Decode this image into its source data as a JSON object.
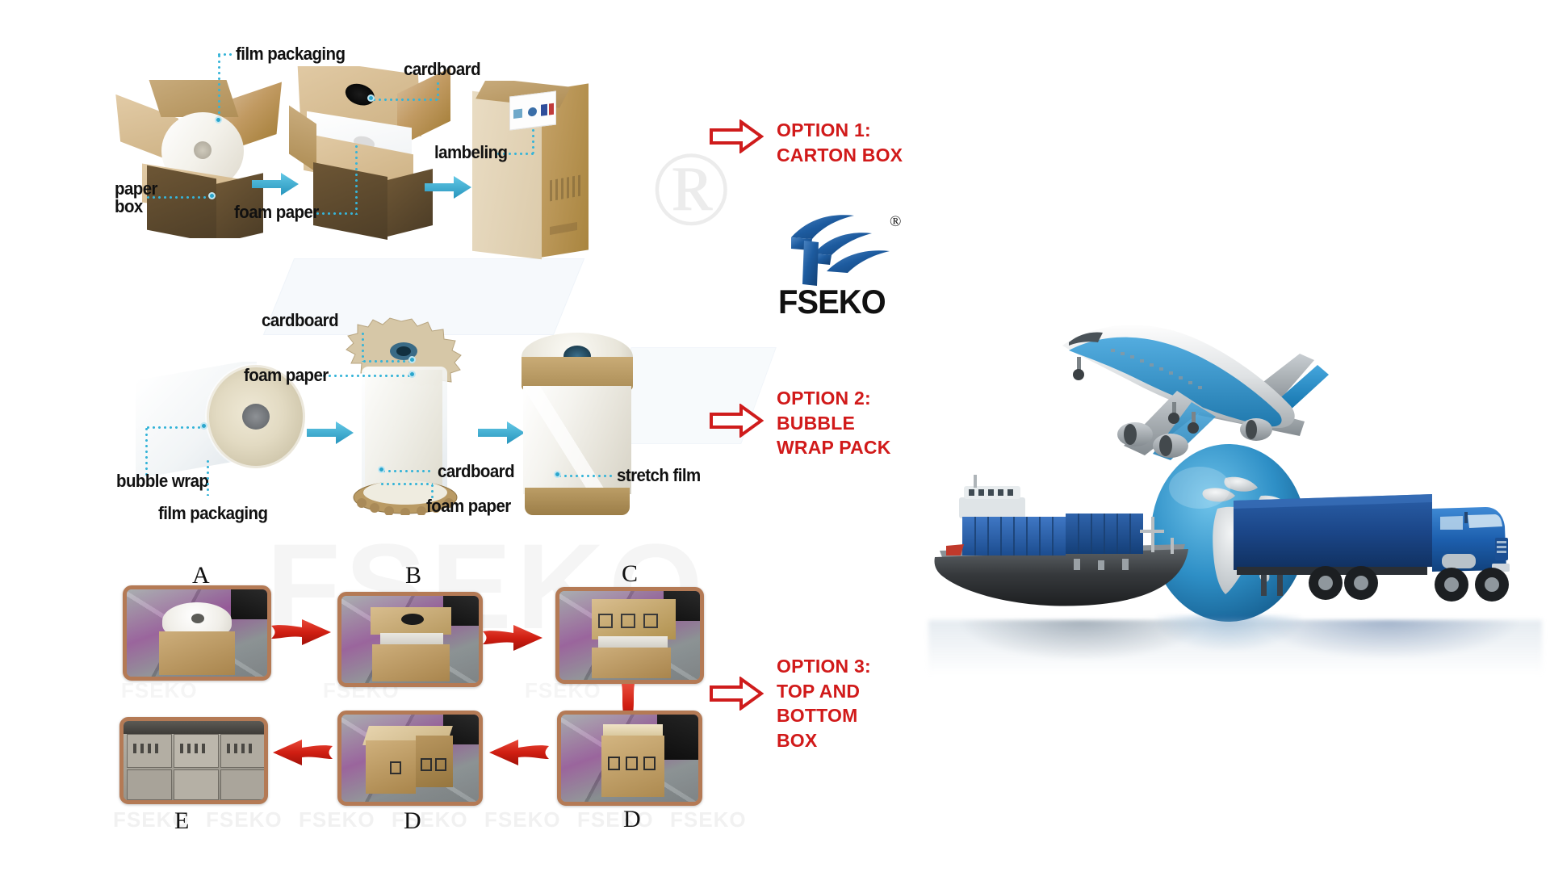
{
  "brand": {
    "logo_name": "fseko-logo",
    "wordmark": "FSEKO",
    "registered_mark": "®",
    "watermark_text": "FSEKO",
    "logo_blue": "#1e5fa8",
    "accent_red": "#d11a1a",
    "accent_cyan": "#36b4d8",
    "frame_copper": "#b47a55"
  },
  "options": [
    {
      "id": "option-1",
      "text": "OPTION 1:\nCARTON BOX"
    },
    {
      "id": "option-2",
      "text": "OPTION 2:\nBUBBLE\nWRAP PACK"
    },
    {
      "id": "option-3",
      "text": "OPTION 3:\nTOP AND\nBOTTOM\nBOX"
    }
  ],
  "section_1": {
    "name": "carton-box-packing-row",
    "labels": {
      "film_packaging": "film packaging",
      "cardboard": "cardboard",
      "lambeling": "lambeling",
      "paper_box": "paper\nbox",
      "foam_paper": "foam paper"
    }
  },
  "section_2": {
    "name": "bubble-wrap-packing-row",
    "labels": {
      "cardboard_top": "cardboard",
      "foam_paper_top": "foam paper",
      "bubble_wrap": "bubble wrap",
      "film_packaging": "film packaging",
      "cardboard_mid": "cardboard",
      "foam_paper_mid": "foam paper",
      "stretch_film": "stretch film"
    }
  },
  "section_3": {
    "name": "top-and-bottom-box-steps",
    "steps_top": [
      {
        "id": "step-a",
        "letter": "A"
      },
      {
        "id": "step-b",
        "letter": "B"
      },
      {
        "id": "step-c",
        "letter": "C"
      }
    ],
    "steps_bottom": [
      {
        "id": "step-e",
        "letter": "E"
      },
      {
        "id": "step-d",
        "letter": "D"
      },
      {
        "id": "step-d2",
        "letter": "D"
      }
    ]
  },
  "transport": {
    "name": "global-shipping-graphic",
    "items": [
      "airplane-icon",
      "globe-icon",
      "cargo-ship-icon",
      "semi-truck-icon"
    ]
  }
}
